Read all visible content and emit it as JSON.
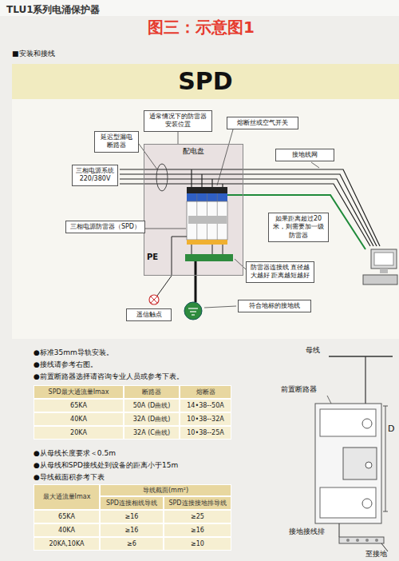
{
  "diagram": {
    "title": "TLU1系列电涌保护器",
    "nodes": [
      {
        "text": [
          "SPD"
        ]
      },
      {
        "text": [
          "通常情况下的防雷器 安装位置"
        ]
      },
      {
        "text": [
          "延迟型漏电 断路器"
        ]
      },
      {
        "text": [
          "熔断丝或空气开关"
        ]
      },
      {
        "text": [
          "配电盘"
        ]
      },
      {
        "text": [
          "接地线网"
        ]
      },
      {
        "text": [
          "三相电源系统 220/380V"
        ]
      },
      {
        "text": [
          "三相电源防雷器（SPD）"
        ]
      },
      {
        "text": [
          "如果距离超过20米，则需要加一级防雷器"
        ]
      },
      {
        "text": [
          "防雷器连接线 直径越大越好 距离越短越好"
        ]
      },
      {
        "text": [
          "遥信触点"
        ]
      },
      {
        "text": [
          "符合地标的接地线"
        ]
      }
    ],
    "edges": [
      {
        "from": 1,
        "to": 4,
        "arrow": "none"
      }
    ],
    "labels": [
      "图三：示意图1",
      "■安装和接线",
      "PE",
      "●标准35mm导轨安装。",
      "●接线请参考右图。",
      "●前置断路器选择请咨询专业人员或参考下表。",
      "SPD最大通流量Imax",
      "断路器",
      "熔断器",
      "65KA",
      "50A (D曲线)",
      "14•38--50A",
      "40KA",
      "32A (D曲线)",
      "10•38--32A",
      "20KA",
      "32A (C曲线)",
      "10•38--25A",
      "●从母线长度要求＜0.5m",
      "●从母线和SPD接线处到设备的距离小于15m",
      "●导线截面积参考下表",
      "最大通流量Imax",
      "导线截面(mm²)",
      "SPD连接相线导线",
      "SPD连接接地排导线",
      "65KA",
      "≥16",
      "≥25",
      "40KA",
      "≥16",
      "≥16",
      "20KA,10KA",
      "≥6",
      "≥10",
      "母线",
      "前置断路器",
      "D",
      "接地接线排",
      "至接地"
    ]
  }
}
